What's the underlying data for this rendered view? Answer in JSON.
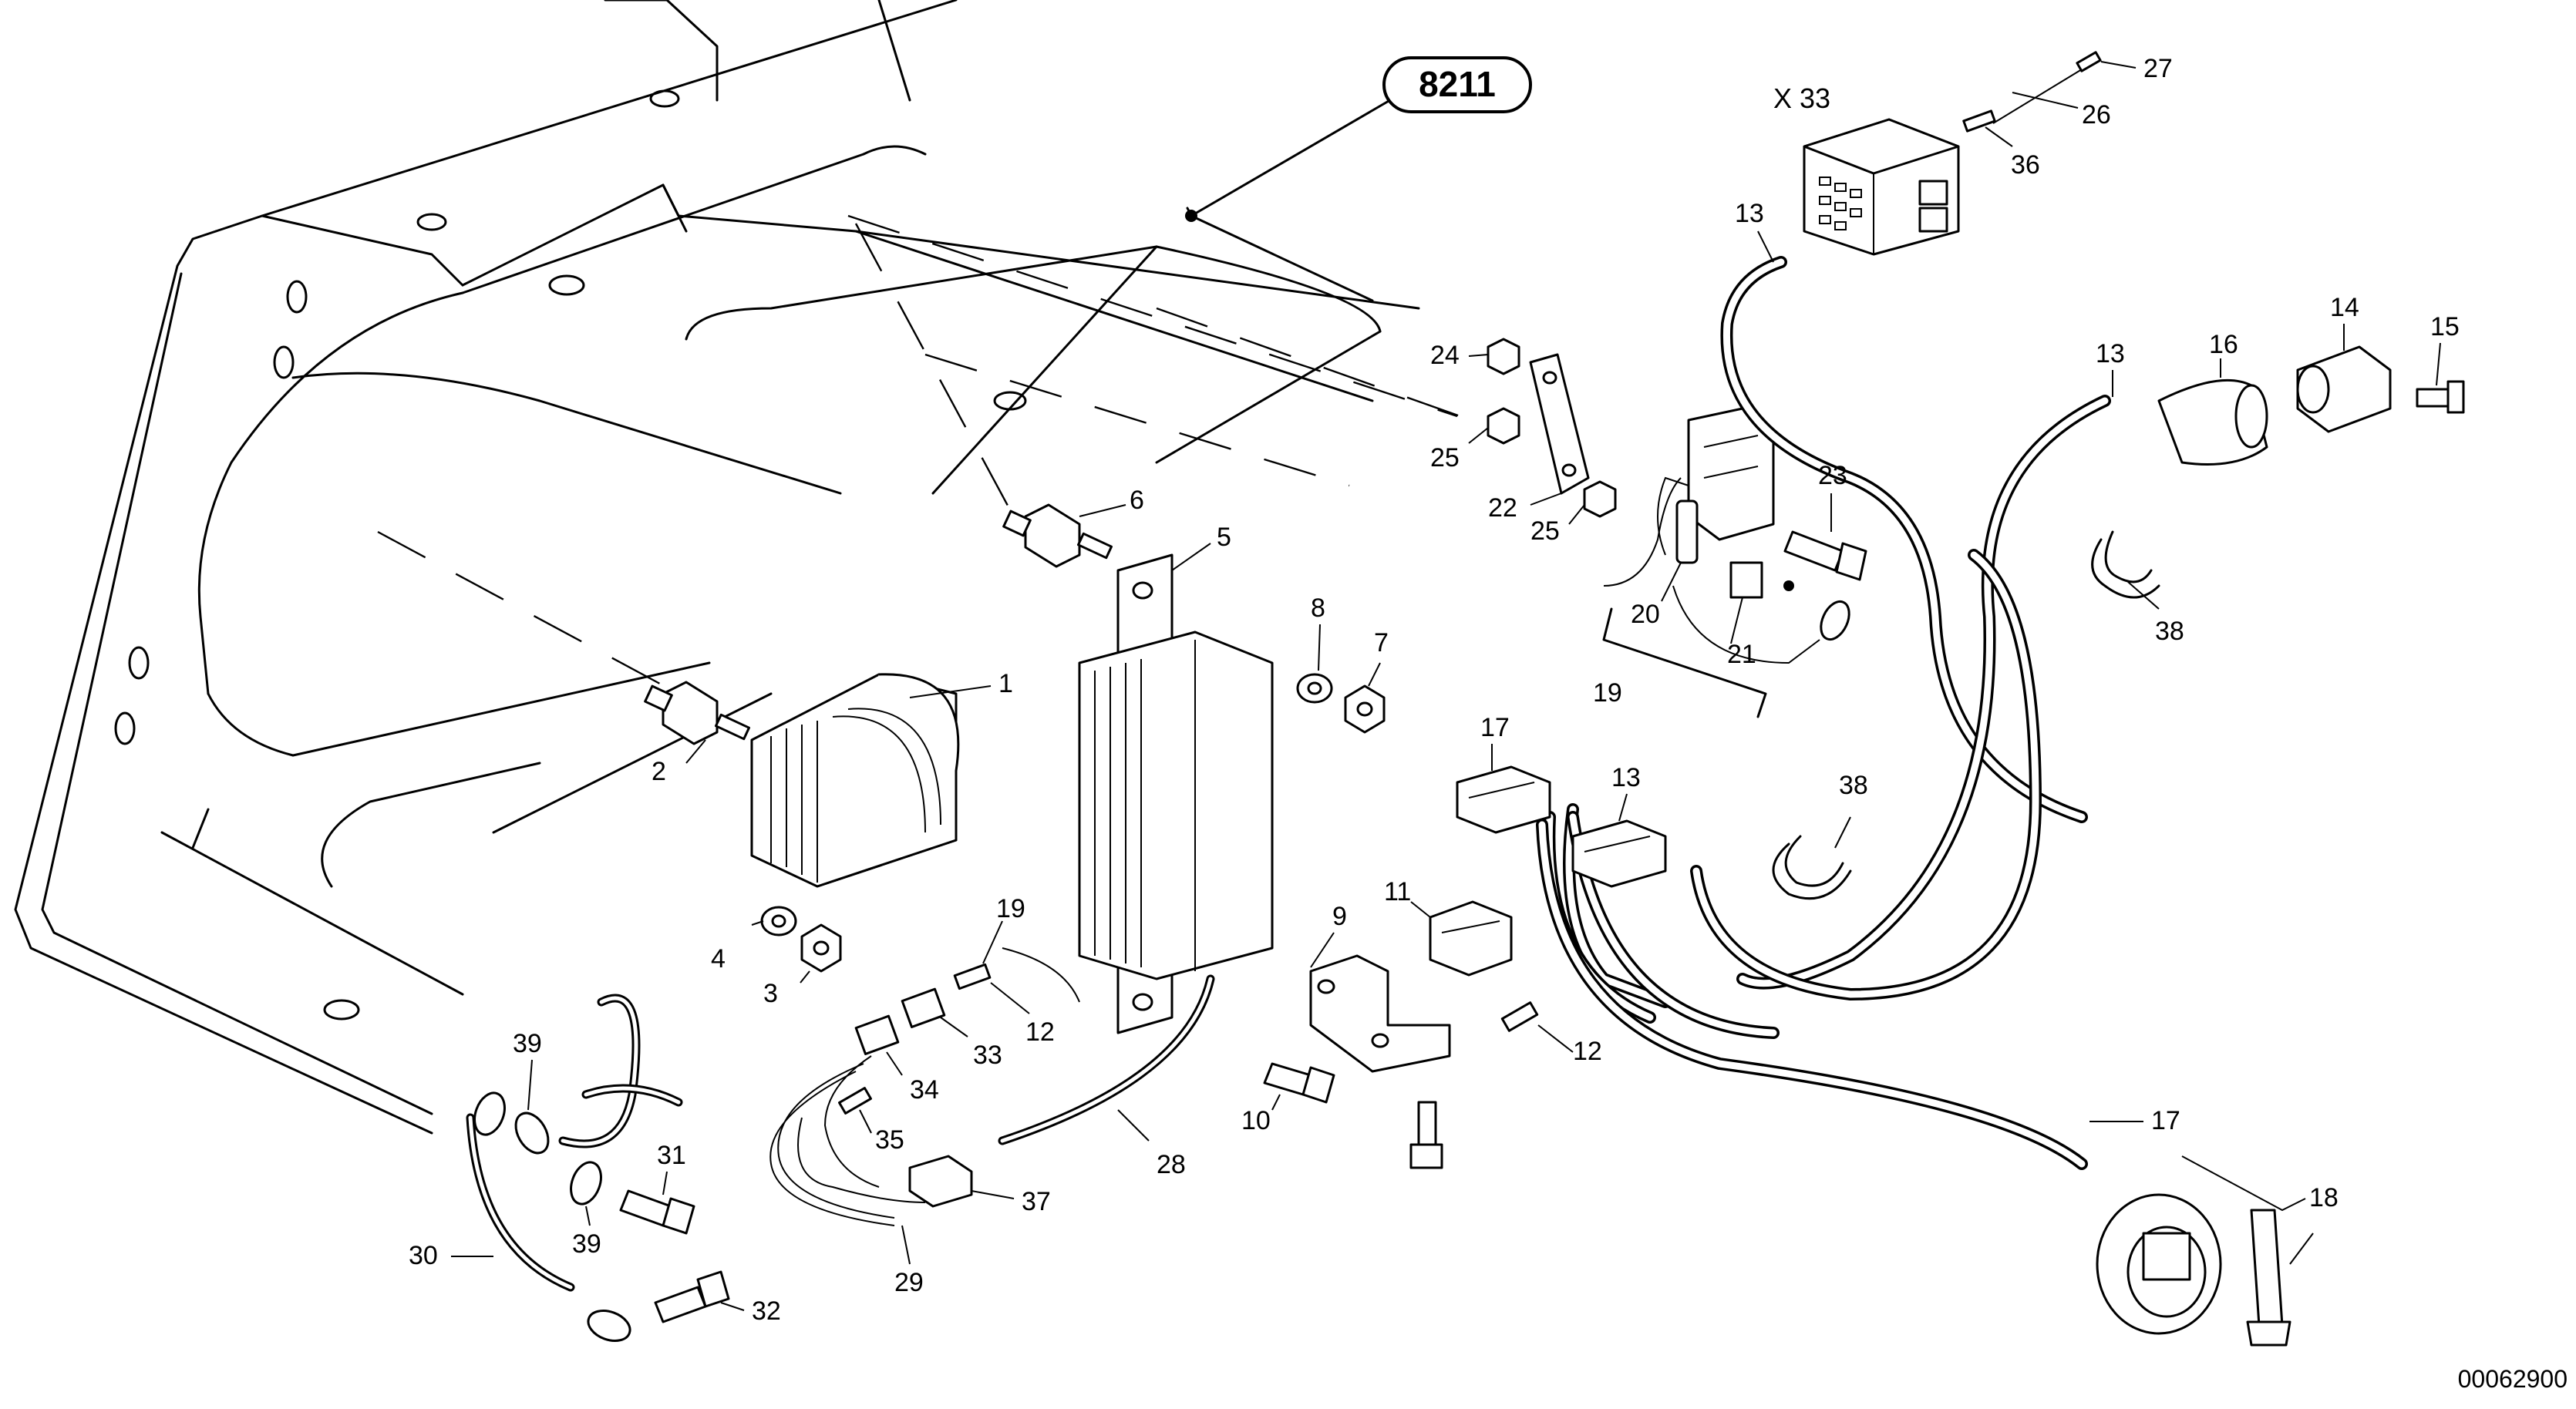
{
  "diagram": {
    "reference_badge": "8211",
    "drawing_number": "00062900",
    "connector_label": "X 33",
    "callouts": [
      "1",
      "2",
      "3",
      "4",
      "5",
      "6",
      "7",
      "8",
      "9",
      "10",
      "11",
      "12",
      "12",
      "13",
      "13",
      "13",
      "14",
      "15",
      "16",
      "17",
      "17",
      "18",
      "19",
      "19",
      "20",
      "21",
      "22",
      "23",
      "24",
      "25",
      "25",
      "26",
      "27",
      "28",
      "29",
      "30",
      "31",
      "32",
      "33",
      "34",
      "35",
      "36",
      "37",
      "38",
      "38",
      "39",
      "39"
    ]
  }
}
